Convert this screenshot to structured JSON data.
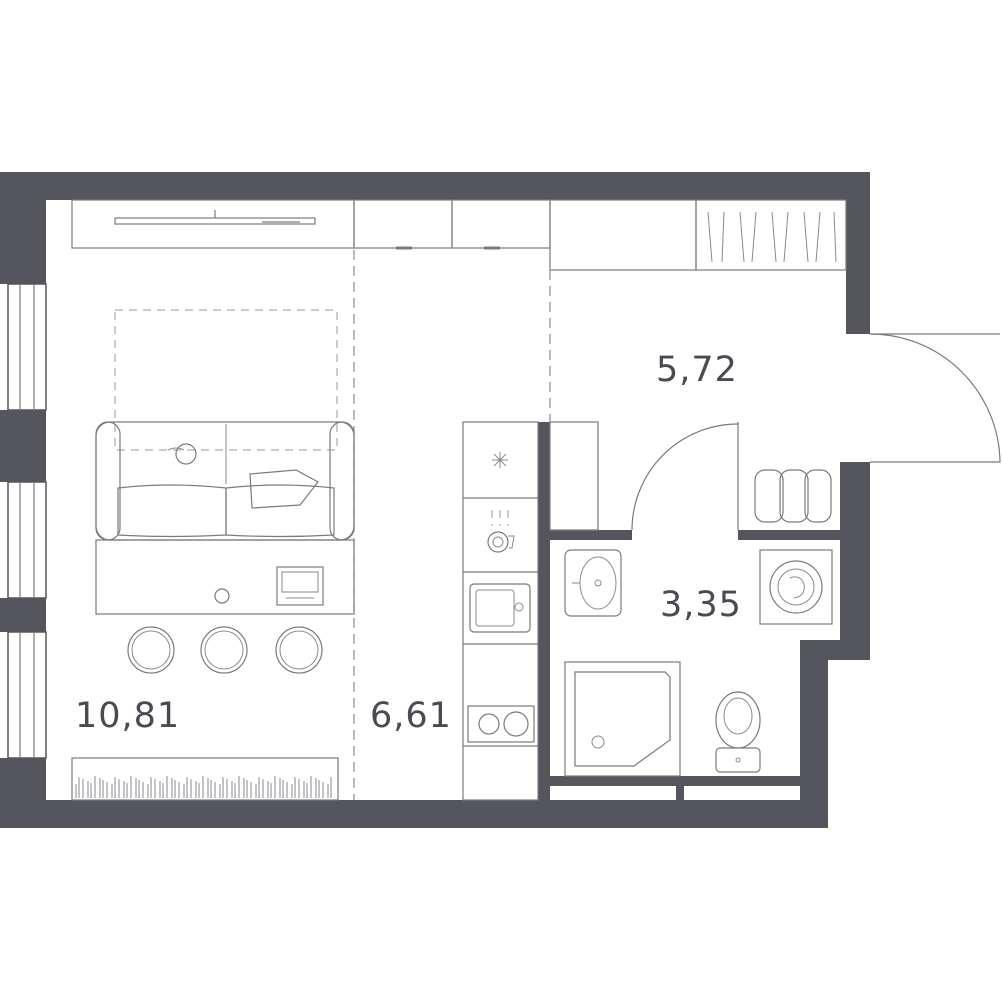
{
  "rooms": [
    {
      "id": "living",
      "area": "10,81"
    },
    {
      "id": "kitchen",
      "area": "6,61"
    },
    {
      "id": "hall",
      "area": "5,72"
    },
    {
      "id": "bathroom",
      "area": "3,35"
    }
  ],
  "colors": {
    "wall": "#55555e",
    "line": "#7a7a80",
    "label": "#4a4a52",
    "background": "#ffffff"
  }
}
